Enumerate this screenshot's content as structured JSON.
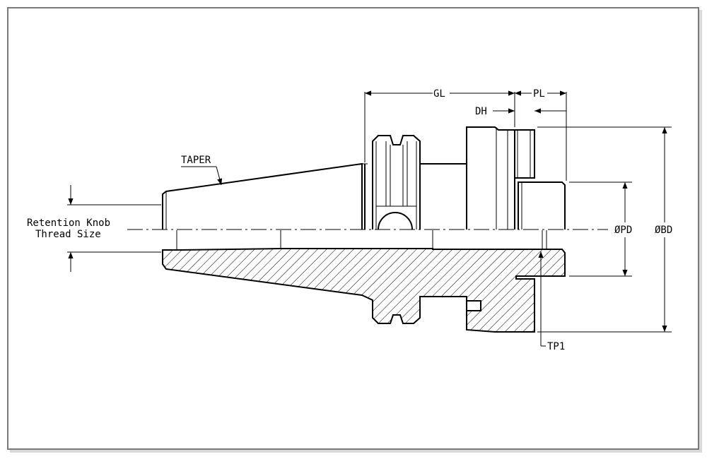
{
  "drawing": {
    "labels": {
      "gl": "GL",
      "pl": "PL",
      "dh": "DH",
      "taper": "TAPER",
      "retention_line1": "Retention Knob",
      "retention_line2": "Thread Size",
      "pd": "ØPD",
      "bd": "ØBD",
      "tp1": "TP1"
    }
  }
}
